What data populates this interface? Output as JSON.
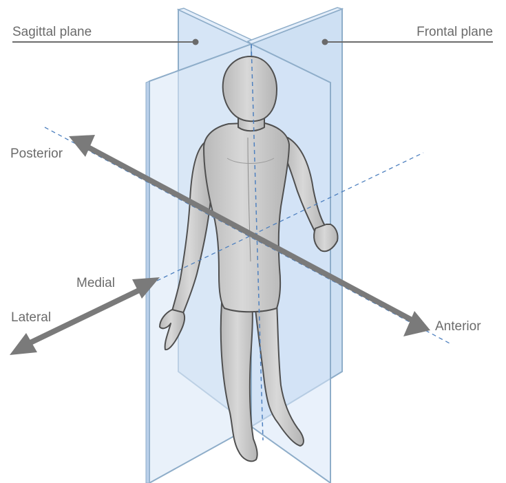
{
  "labels": {
    "sagittal_plane": "Sagittal plane",
    "frontal_plane": "Frontal plane",
    "posterior": "Posterior",
    "anterior": "Anterior",
    "medial": "Medial",
    "lateral": "Lateral"
  },
  "colors": {
    "plane_fill": "#cfe0f4",
    "plane_edge": "#8eadc9",
    "body_fill": "#cbcbcb",
    "body_outline": "#4f4f4f",
    "arrow": "#7a7a7a",
    "axis_dash": "#4e80bf",
    "label_text": "#6b6b6b"
  }
}
